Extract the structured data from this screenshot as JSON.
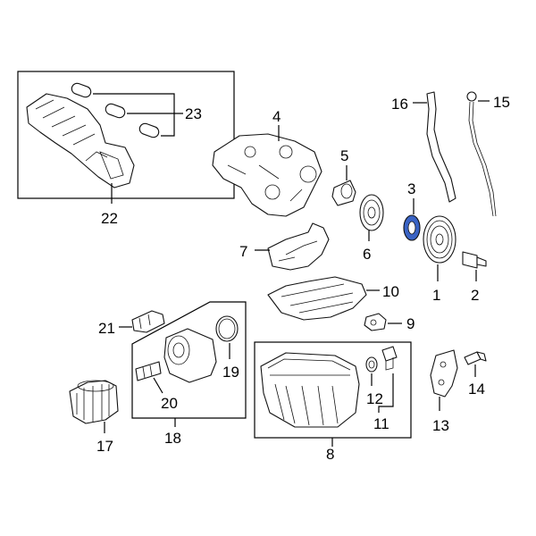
{
  "callouts": {
    "c1": "1",
    "c2": "2",
    "c3": "3",
    "c4": "4",
    "c5": "5",
    "c6": "6",
    "c7": "7",
    "c8": "8",
    "c9": "9",
    "c10": "10",
    "c11": "11",
    "c12": "12",
    "c13": "13",
    "c14": "14",
    "c15": "15",
    "c16": "16",
    "c17": "17",
    "c18": "18",
    "c19": "19",
    "c20": "20",
    "c21": "21",
    "c22": "22",
    "c23": "23"
  },
  "colors": {
    "highlight": "#3a63c4",
    "line": "#000000"
  }
}
